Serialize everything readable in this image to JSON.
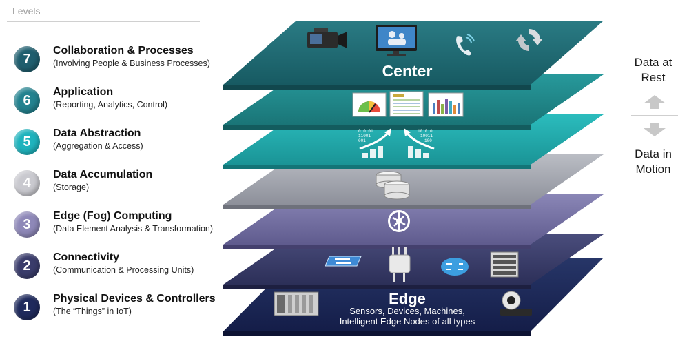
{
  "header": {
    "label": "Levels"
  },
  "levels": [
    {
      "number": "7",
      "title": "Collaboration & Processes",
      "subtitle": "(Involving People & Business Processes)",
      "color": "#1f5e6e"
    },
    {
      "number": "6",
      "title": "Application",
      "subtitle": "(Reporting, Analytics, Control)",
      "color": "#23828f"
    },
    {
      "number": "5",
      "title": "Data Abstraction",
      "subtitle": "(Aggregation & Access)",
      "color": "#1fb3bd"
    },
    {
      "number": "4",
      "title": "Data Accumulation",
      "subtitle": "(Storage)",
      "color": "#c9c9cf"
    },
    {
      "number": "3",
      "title": "Edge (Fog) Computing",
      "subtitle": "(Data Element Analysis & Transformation)",
      "color": "#8e88b8"
    },
    {
      "number": "2",
      "title": "Connectivity",
      "subtitle": "(Communication & Processing Units)",
      "color": "#3a3c6b"
    },
    {
      "number": "1",
      "title": "Physical Devices & Controllers",
      "subtitle": "(The “Things” in IoT)",
      "color": "#1f2a5c"
    }
  ],
  "stack": {
    "top_label": "Center",
    "bottom_label": "Edge",
    "bottom_caption_1": "Sensors, Devices, Machines,",
    "bottom_caption_2": "Intelligent Edge Nodes of all types",
    "layer_colors": [
      "#1e6b74",
      "#1f8a8e",
      "#22a7aa",
      "#a4a7b0",
      "#7a76a6",
      "#3b3e69",
      "#1e2a5a"
    ],
    "abstraction_bits_left": "010101\n11001\n001",
    "abstraction_bits_right": "101010\n10011\n100"
  },
  "side": {
    "top_line1": "Data at",
    "top_line2": "Rest",
    "bottom_line1": "Data in",
    "bottom_line2": "Motion"
  },
  "icons": [
    "video-camera-icon",
    "telepresence-screen-icon",
    "phone-icon",
    "sync-icon",
    "dashboard-report-icon",
    "spreadsheet-report-icon",
    "bar-chart-report-icon",
    "abstraction-up-icon",
    "abstraction-down-icon",
    "database-icon",
    "fog-computing-icon",
    "switch-icon",
    "access-point-icon",
    "router-icon",
    "rack-server-icon",
    "controller-device-icon",
    "camera-device-icon"
  ]
}
